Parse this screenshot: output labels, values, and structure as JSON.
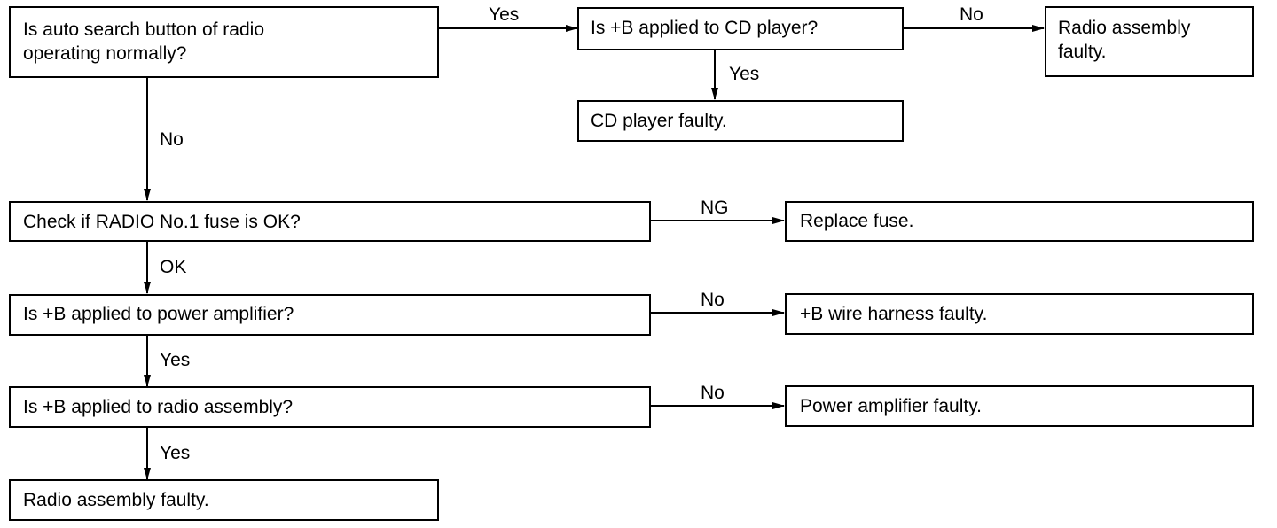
{
  "boxes": {
    "auto_search": "Is auto search button of radio\noperating normally?",
    "b_cd_player": "Is +B applied to CD player?",
    "radio_faulty_top": "Radio assembly\nfaulty.",
    "cd_player_faulty": "CD player faulty.",
    "check_fuse": "Check if RADIO No.1 fuse is OK?",
    "replace_fuse": "Replace fuse.",
    "b_power_amp": "Is +B applied to power amplifier?",
    "b_wire_harness": "+B wire harness faulty.",
    "b_radio_assembly": "Is +B applied to radio assembly?",
    "power_amp_faulty": "Power amplifier faulty.",
    "radio_faulty_bottom": "Radio assembly faulty."
  },
  "labels": {
    "yes_to_cd": "Yes",
    "no_to_radio": "No",
    "yes_to_cd_faulty": "Yes",
    "no_to_fuse": "No",
    "ng_to_replace": "NG",
    "ok_to_power_amp": "OK",
    "no_to_wire": "No",
    "yes_to_radio_assy": "Yes",
    "no_to_power_amp_faulty": "No",
    "yes_to_radio_faulty": "Yes"
  }
}
